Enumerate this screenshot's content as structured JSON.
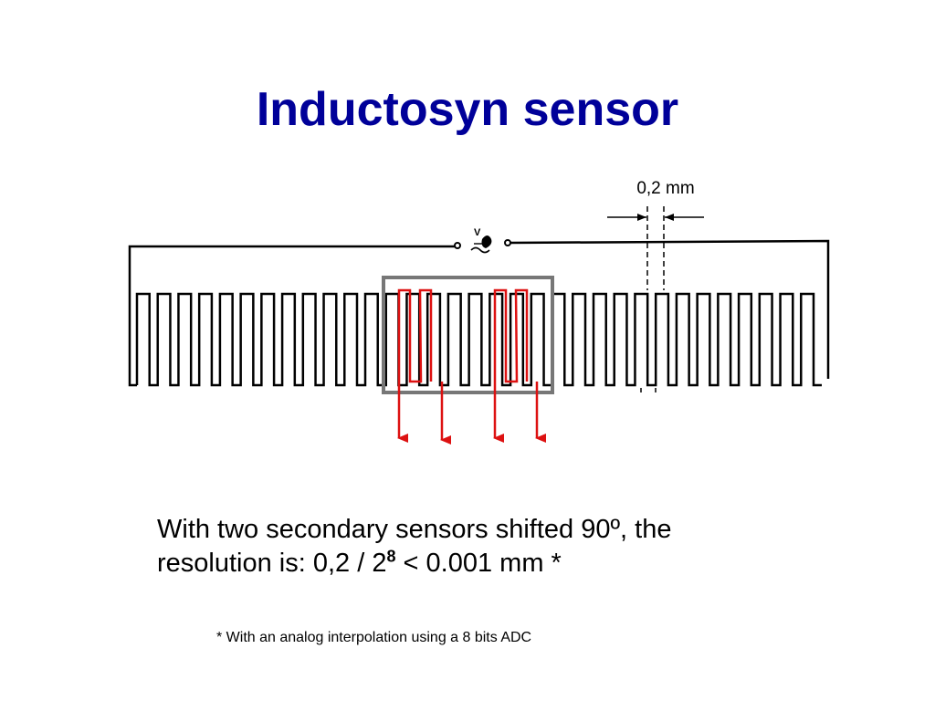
{
  "title": "Inductosyn sensor",
  "diagram": {
    "pitch_label": "0,2 mm",
    "source_label": "V",
    "colors": {
      "scale_winding": "#000000",
      "secondary_winding": "#dd1111",
      "slider_frame": "#777777",
      "signal_arrow": "#dd1111"
    },
    "primary_scale_teeth": 33,
    "secondary_sensors": 2,
    "output_signals": 4
  },
  "caption": {
    "line1": "With two secondary sensors shifted 90º, the",
    "line2_prefix": "resolution is:   0,2 / 2",
    "exponent": "8",
    "line2_suffix": "  < 0.001 mm *"
  },
  "footnote": "* With an analog interpolation using a 8 bits ADC"
}
